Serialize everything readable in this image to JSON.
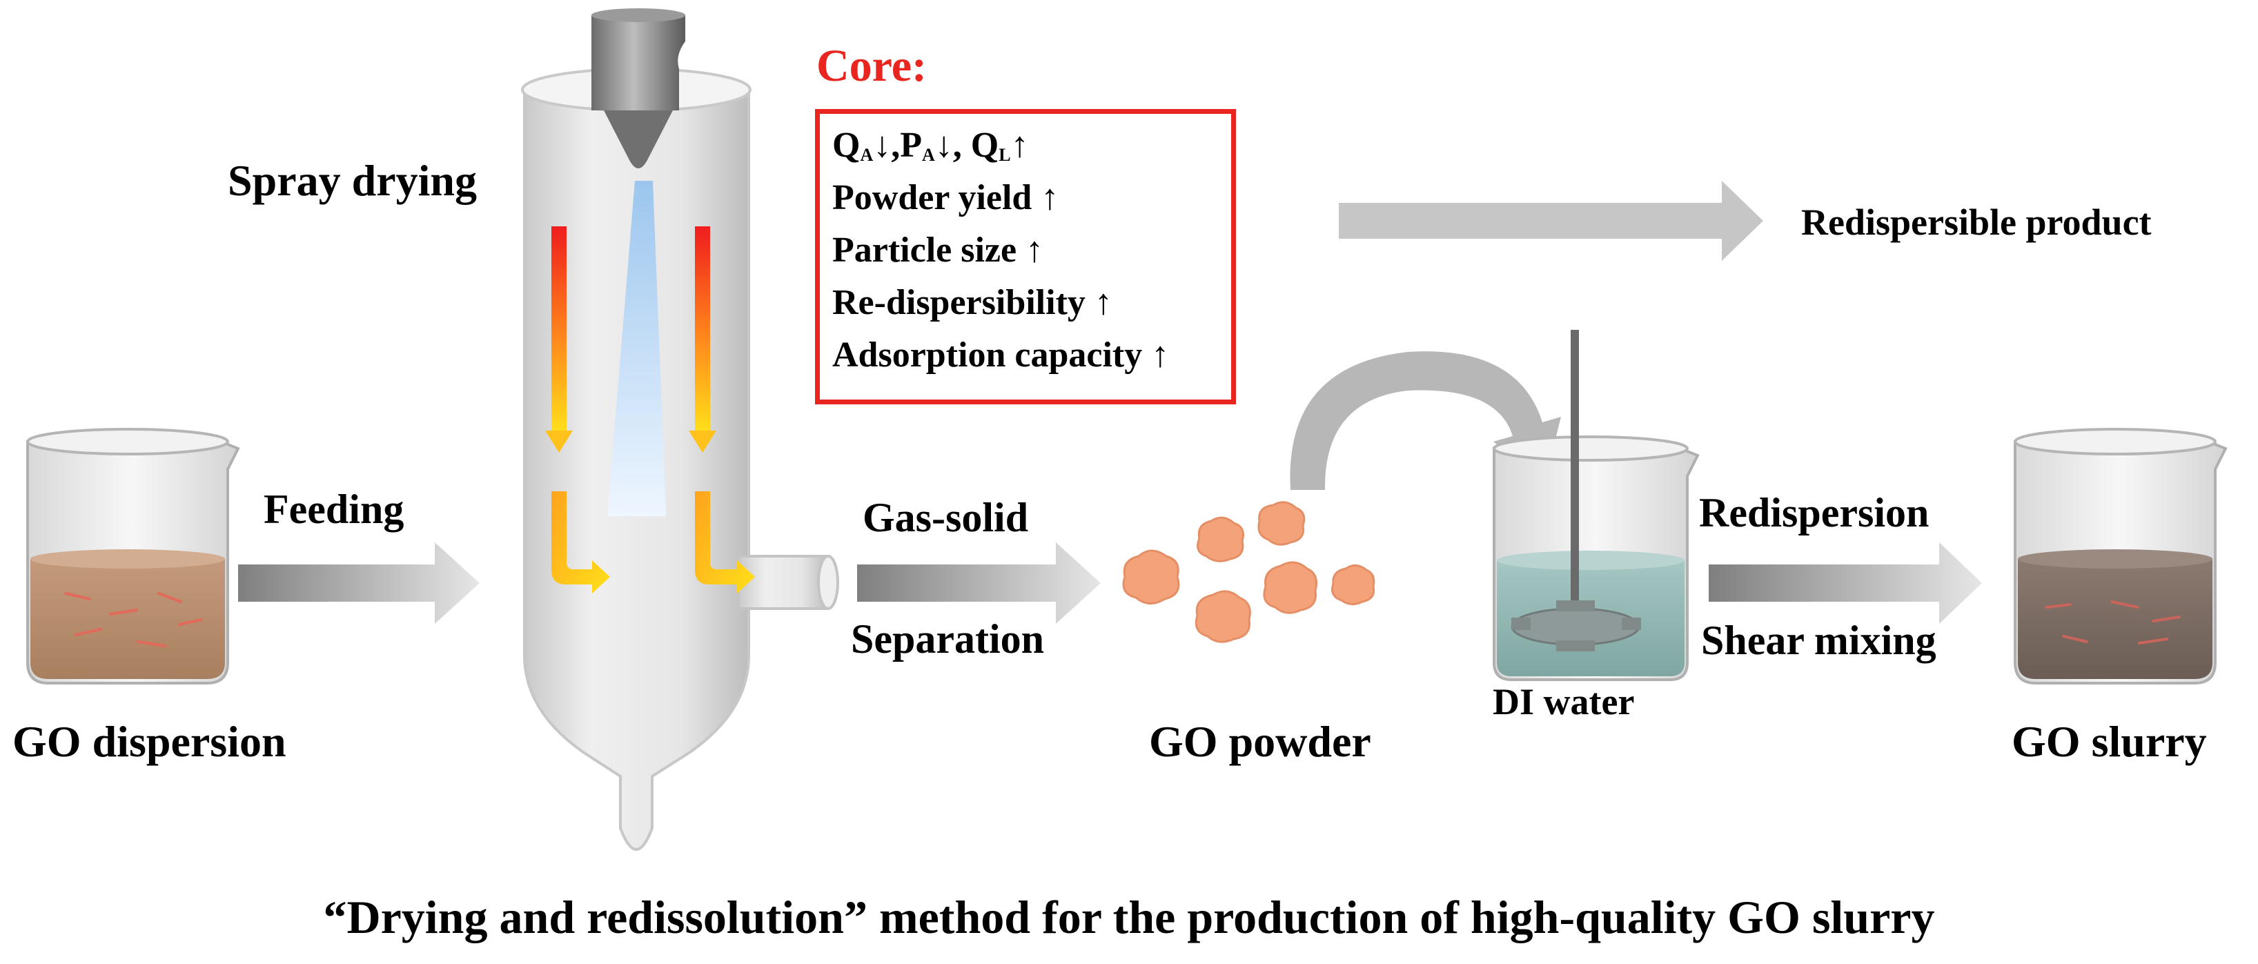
{
  "core": {
    "title": "Core:",
    "line1": {
      "qa_q": "Q",
      "qa_sub": "A",
      "qa_arrow": "↓,",
      "pa_p": "P",
      "pa_sub": "A",
      "pa_arrow": "↓, ",
      "ql_q": "Q",
      "ql_sub": "L",
      "ql_arrow": "↑"
    },
    "items": [
      "Powder yield ↑",
      "Particle size ↑",
      "Re-dispersibility ↑",
      "Adsorption capacity ↑"
    ]
  },
  "labels": {
    "spray_drying": "Spray drying",
    "feeding": "Feeding",
    "gas_solid": "Gas-solid",
    "separation": "Separation",
    "redispersible_product": "Redispersible product",
    "redispersion": "Redispersion",
    "shear_mixing": "Shear mixing",
    "di_water": "DI water",
    "go_dispersion": "GO dispersion",
    "go_powder": "GO powder",
    "go_slurry": "GO slurry"
  },
  "footer": "“Drying and redissolution” method for the production of high-quality GO slurry",
  "colors": {
    "core_border": "#e8261f",
    "hot_arrow_top": "#ef1d1d",
    "hot_arrow_bottom": "#ffe01a",
    "powder": "#f4a27a",
    "dispersion_liquid": "#b98a6c",
    "slurry_liquid": "#7a6a60",
    "di_water": "#8fb3b0",
    "process_arrow": "#c2c2c2"
  },
  "icons": {
    "beaker": "beaker-icon",
    "spray_dryer": "spray-dryer-icon",
    "stirrer": "stirrer-icon",
    "powder": "powder-particle-icon"
  }
}
